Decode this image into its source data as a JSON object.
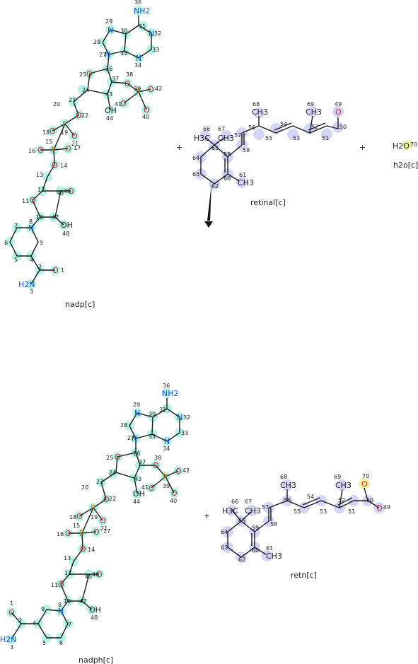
{
  "reaction": {
    "reactants": [
      {
        "name": "nadp[c]"
      },
      {
        "name": "retinal[c]"
      },
      {
        "name": "h2o[c]"
      }
    ],
    "products": [
      {
        "name": "nadph[c]"
      },
      {
        "name": "retn[c]"
      }
    ],
    "plus_signs": [
      "+",
      "+",
      "+"
    ]
  },
  "labels": {
    "nh2": "NH2",
    "h2o_formula": "H2O",
    "h2o_num": "70",
    "ch3": "CH3",
    "h3c": "H3C",
    "oh": "OH"
  },
  "colors": {
    "highlight_green": "#9deedd",
    "highlight_blue": "#c9c9f4",
    "highlight_yellow": "#f1f19a",
    "nitrogen": "#1a55c8",
    "oxygen": "#cc2222",
    "phosphorus": "#c77a00"
  }
}
